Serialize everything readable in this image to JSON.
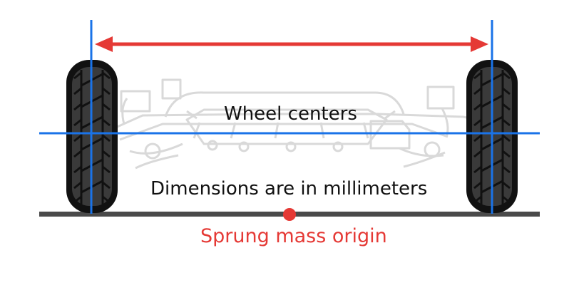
{
  "labels": {
    "wheel_centers": "Wheel centers",
    "units_note": "Dimensions are in millimeters",
    "origin": "Sprung mass origin"
  },
  "colors": {
    "wheel_center_line": "#1a73e8",
    "dimension_arrow": "#e53935",
    "origin_marker": "#e53935",
    "ground": "#4a4a4a",
    "tire": "#111111",
    "suspension_ghost": "#d9d9d9"
  },
  "icons": {
    "tire": "tire-icon",
    "axle": "suspension-assembly-icon",
    "origin": "origin-dot-icon"
  }
}
